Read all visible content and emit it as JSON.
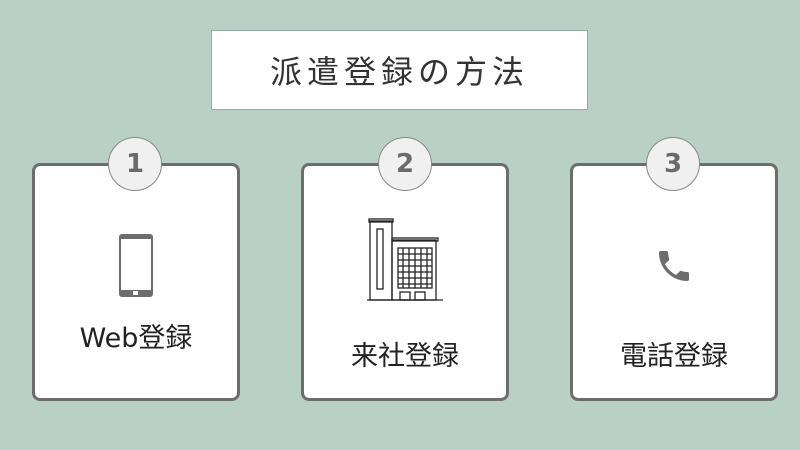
{
  "title": "派遣登録の方法",
  "steps": [
    {
      "number": "1",
      "label": "Web登録",
      "icon": "smartphone-icon"
    },
    {
      "number": "2",
      "label": "来社登録",
      "icon": "office-building-icon"
    },
    {
      "number": "3",
      "label": "電話登録",
      "icon": "phone-icon"
    }
  ],
  "colors": {
    "background": "#b8d0c6",
    "border": "#6d6d6d"
  }
}
